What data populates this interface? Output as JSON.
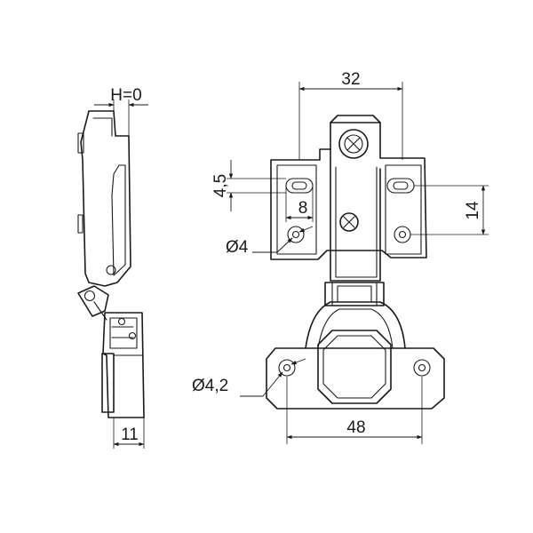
{
  "dimensions": {
    "cup_offset": "H=0",
    "mount_height": "11",
    "hole_spacing": "32",
    "slot_width": "4,5",
    "slot_length": "8",
    "mount_hole_diameter": "Ø4",
    "slot_to_hole": "14",
    "cup_hole_diameter": "Ø4,2",
    "cup_hole_spacing": "48"
  },
  "colors": {
    "line": "#1a1a1a",
    "background": "#ffffff"
  }
}
